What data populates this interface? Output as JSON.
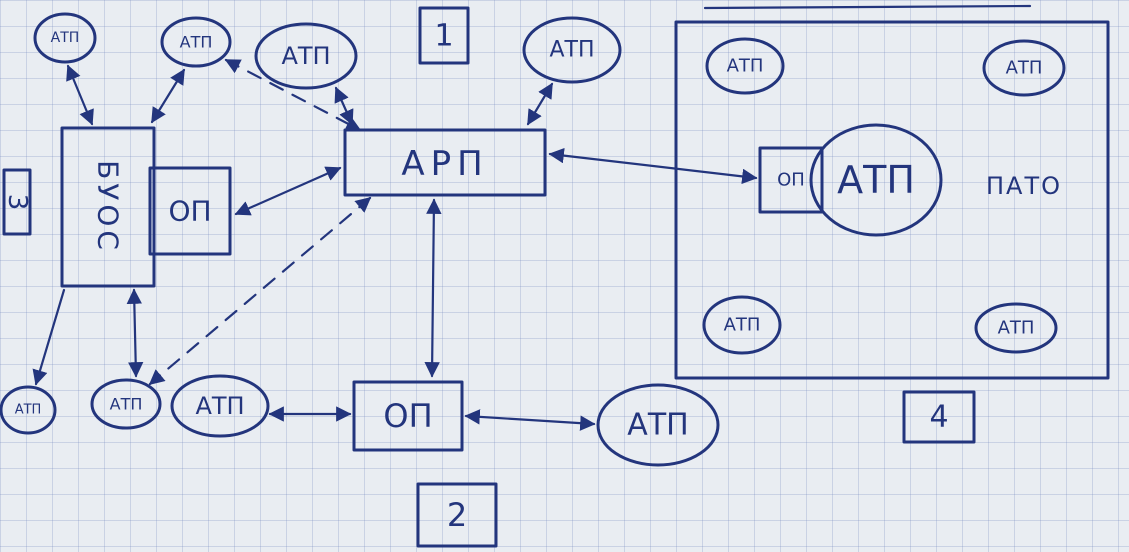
{
  "ink_color": "#23357d",
  "paper_color": "#e9edf2",
  "labels": {
    "atp": "АТП",
    "arp": "АРП",
    "op": "ОП",
    "pato": "ПАТО",
    "bdm": "БУОС"
  },
  "zones": [
    "1",
    "2",
    "3",
    "4"
  ]
}
